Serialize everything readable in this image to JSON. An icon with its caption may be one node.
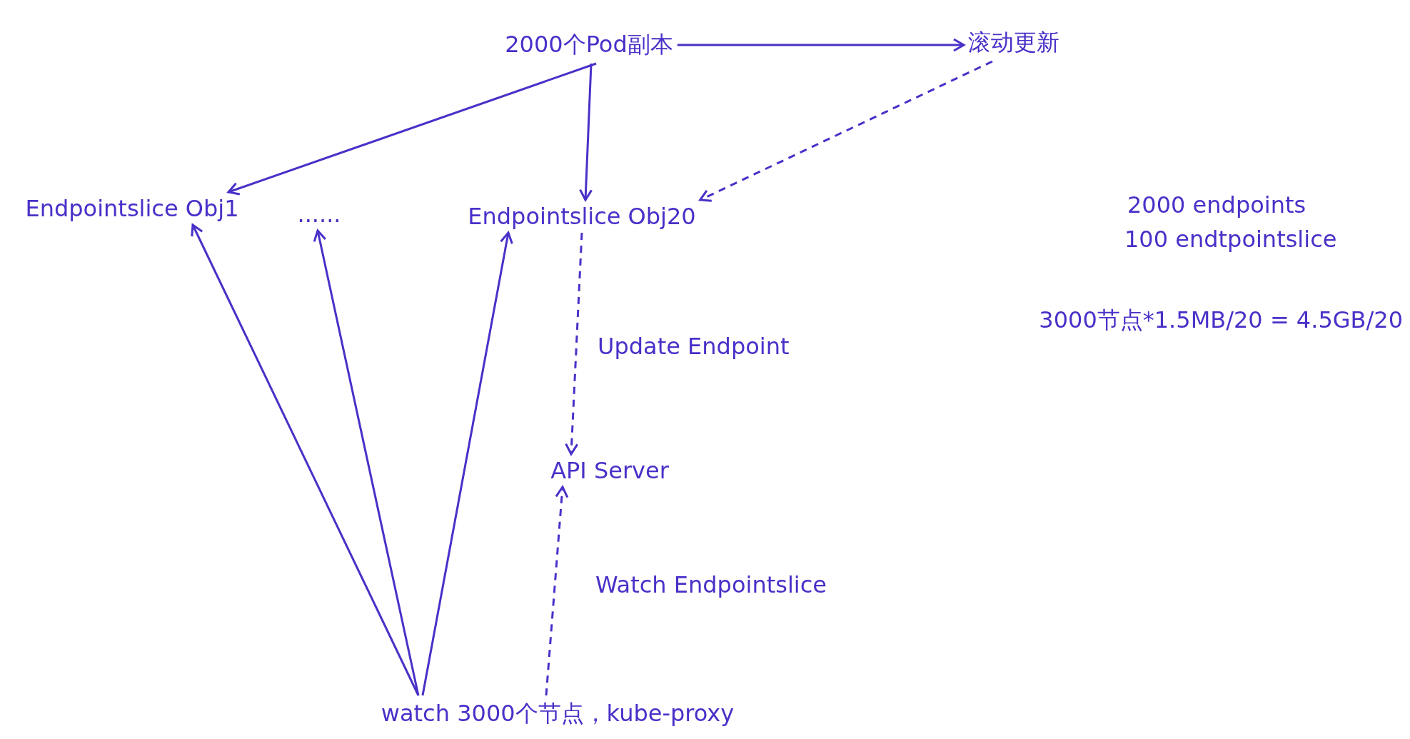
{
  "diagram": {
    "nodes": [
      {
        "text": [
          "2000个Pod副本"
        ]
      },
      {
        "text": [
          "滚动更新"
        ]
      },
      {
        "text": [
          "Endpointslice Obj1"
        ]
      },
      {
        "text": [
          "......"
        ]
      },
      {
        "text": [
          "Endpointslice Obj20"
        ]
      },
      {
        "text": [
          "API Server"
        ]
      },
      {
        "text": [
          "watch 3000个节点，kube-proxy"
        ]
      }
    ],
    "edges": [
      {
        "from": 0,
        "to": 1,
        "arrow": "to"
      },
      {
        "from": 0,
        "to": 2,
        "arrow": "to"
      },
      {
        "from": 0,
        "to": 4,
        "arrow": "to"
      },
      {
        "from": 1,
        "to": 4,
        "arrow": "to",
        "style": "dashed"
      },
      {
        "from": 4,
        "to": 5,
        "arrow": "to",
        "style": "dashed",
        "label": "Update Endpoint"
      },
      {
        "from": 6,
        "to": 5,
        "arrow": "to",
        "style": "dashed",
        "label": "Watch Endpointslice"
      },
      {
        "from": 6,
        "to": 2,
        "arrow": "to"
      },
      {
        "from": 6,
        "to": 3,
        "arrow": "to"
      },
      {
        "from": 6,
        "to": 4,
        "arrow": "to"
      }
    ],
    "labels": [
      "2000 endpoints",
      "100 endtpointslice",
      "3000节点*1.5MB/20 = 4.5GB/20"
    ]
  }
}
